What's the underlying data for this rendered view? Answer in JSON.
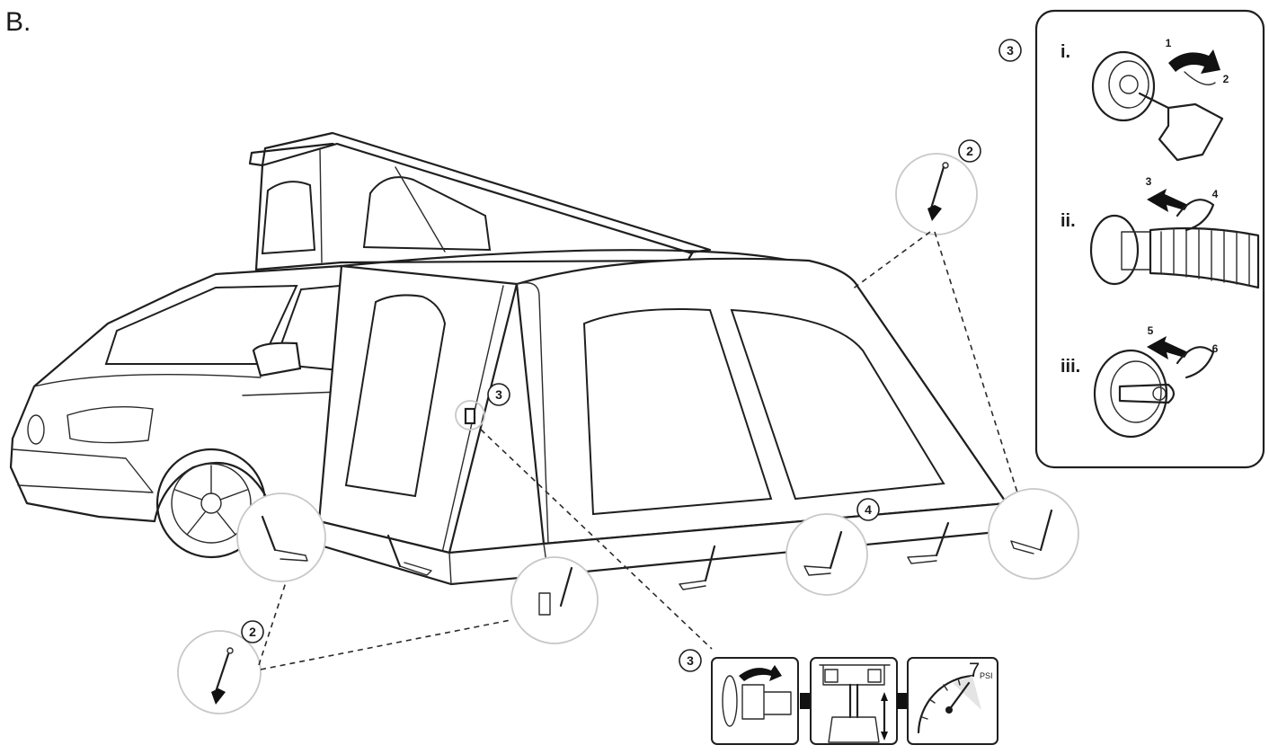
{
  "section_letter": "B.",
  "callouts": {
    "pegs_top_right": "2",
    "pegs_bottom_left": "2",
    "valve_on_awning": "3",
    "pump_sequence": "3",
    "valve_panel": "3",
    "guy_line": "4"
  },
  "valve_panel": {
    "steps": [
      {
        "roman": "i.",
        "arrow_labels": [
          "1",
          "2"
        ]
      },
      {
        "roman": "ii.",
        "arrow_labels": [
          "3",
          "4"
        ]
      },
      {
        "roman": "iii.",
        "arrow_labels": [
          "5",
          "6"
        ]
      }
    ]
  },
  "pump_sequence": {
    "pressure_value": "7",
    "pressure_unit": "PSI"
  }
}
